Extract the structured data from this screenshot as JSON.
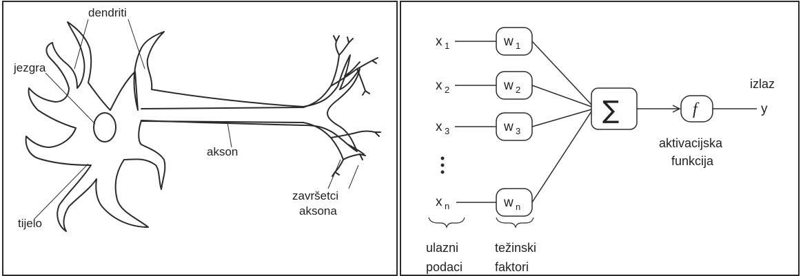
{
  "colors": {
    "line": "#2a2a2a",
    "text": "#222222",
    "neuron_fill": "#ffffff",
    "background": "#ffffff"
  },
  "neuron": {
    "dendrites": "dendriti",
    "nucleus": "jezgra",
    "axon": "akson",
    "axon_terminals": [
      "završetci",
      "aksona"
    ],
    "body": "tijelo"
  },
  "perceptron": {
    "inputs": [
      {
        "base": "x",
        "sub": "1"
      },
      {
        "base": "x",
        "sub": "2"
      },
      {
        "base": "x",
        "sub": "3"
      },
      {
        "base": "x",
        "sub": "n"
      }
    ],
    "weights": [
      {
        "base": "w",
        "sub": "1"
      },
      {
        "base": "w",
        "sub": "2"
      },
      {
        "base": "w",
        "sub": "3"
      },
      {
        "base": "w",
        "sub": "n"
      }
    ],
    "sum_symbol": "∑",
    "activation_symbol": "f",
    "output": "y",
    "output_label": "izlaz",
    "activation_label": [
      "aktivacijska",
      "funkcija"
    ],
    "inputs_label": [
      "ulazni",
      "podaci"
    ],
    "weights_label": [
      "težinski",
      "faktori"
    ]
  }
}
